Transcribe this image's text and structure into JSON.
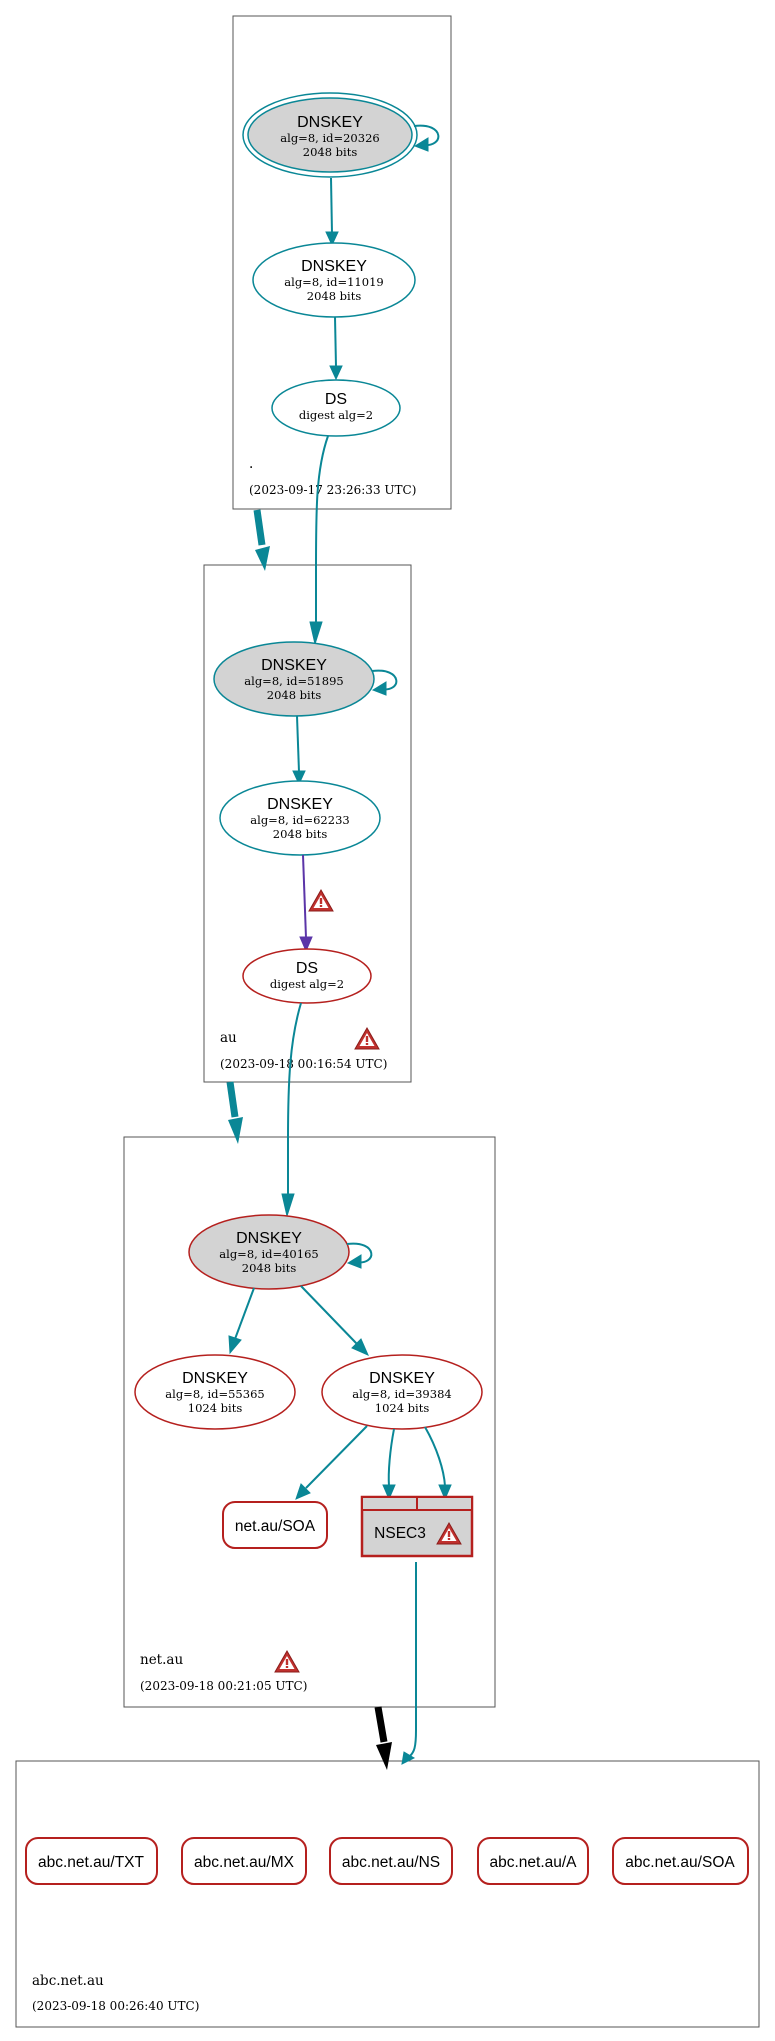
{
  "zones": {
    "root": {
      "name": ".",
      "timestamp": "(2023-09-17 23:26:33 UTC)"
    },
    "au": {
      "name": "au",
      "timestamp": "(2023-09-18 00:16:54 UTC)"
    },
    "netau": {
      "name": "net.au",
      "timestamp": "(2023-09-18 00:21:05 UTC)"
    },
    "abcnetau": {
      "name": "abc.net.au",
      "timestamp": "(2023-09-18 00:26:40 UTC)"
    }
  },
  "nodes": {
    "root_ksk": {
      "title": "DNSKEY",
      "line1": "alg=8, id=20326",
      "line2": "2048 bits"
    },
    "root_zsk": {
      "title": "DNSKEY",
      "line1": "alg=8, id=11019",
      "line2": "2048 bits"
    },
    "root_ds": {
      "title": "DS",
      "line1": "digest alg=2"
    },
    "au_ksk": {
      "title": "DNSKEY",
      "line1": "alg=8, id=51895",
      "line2": "2048 bits"
    },
    "au_zsk": {
      "title": "DNSKEY",
      "line1": "alg=8, id=62233",
      "line2": "2048 bits"
    },
    "au_ds": {
      "title": "DS",
      "line1": "digest alg=2"
    },
    "netau_ksk": {
      "title": "DNSKEY",
      "line1": "alg=8, id=40165",
      "line2": "2048 bits"
    },
    "netau_zsk1": {
      "title": "DNSKEY",
      "line1": "alg=8, id=55365",
      "line2": "1024 bits"
    },
    "netau_zsk2": {
      "title": "DNSKEY",
      "line1": "alg=8, id=39384",
      "line2": "1024 bits"
    },
    "netau_soa": {
      "title": "net.au/SOA"
    },
    "netau_nsec3": {
      "title": "NSEC3"
    }
  },
  "records": {
    "txt": "abc.net.au/TXT",
    "mx": "abc.net.au/MX",
    "ns": "abc.net.au/NS",
    "a": "abc.net.au/A",
    "soa": "abc.net.au/SOA"
  },
  "colors": {
    "secure": "#0a8796",
    "bogus": "#b5201e",
    "purple_edge": "#5b35a8",
    "ksk_fill": "#d3d3d3",
    "zone_border": "#555555",
    "warning": "#c0312e"
  },
  "icons": [
    "warning-icon"
  ]
}
